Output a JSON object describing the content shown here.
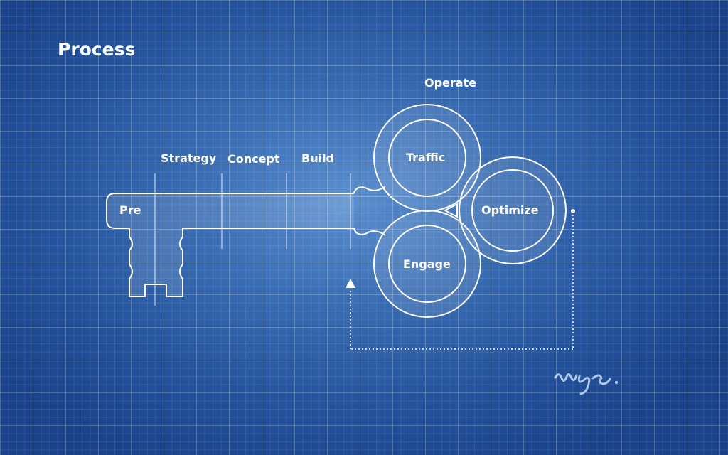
{
  "title": "Process",
  "stages": {
    "pre": "Pre",
    "strategy": "Strategy",
    "concept": "Concept",
    "build": "Build"
  },
  "operate": {
    "heading": "Operate",
    "traffic": "Traffic",
    "optimize": "Optimize",
    "engage": "Engage"
  },
  "signature": "wys."
}
